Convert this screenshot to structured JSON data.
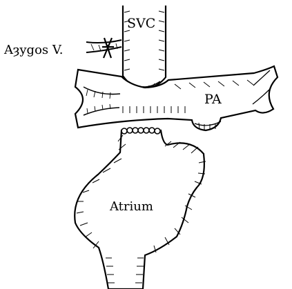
{
  "labels": {
    "svc": "SVC",
    "azygos": "Aȝygos V.",
    "pa": "PA",
    "atrium": "Atrium"
  },
  "colors": {
    "ink": "#000000",
    "paper": "#ffffff"
  }
}
